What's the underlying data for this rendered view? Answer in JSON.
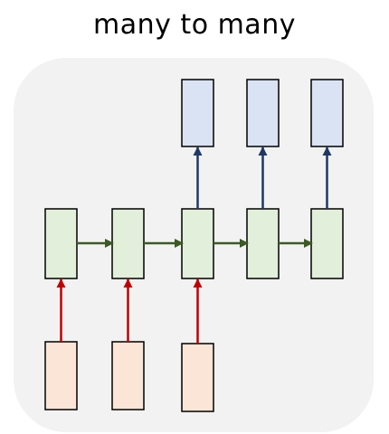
{
  "title": "many to many",
  "colors": {
    "panel": "#f2f2f2",
    "output_fill": "#dae3f3",
    "hidden_fill": "#e2efda",
    "input_fill": "#fbe5d6",
    "box_stroke": "#000000",
    "output_arrow": "#1f3864",
    "recurrent_arrow": "#3b5a26",
    "input_arrow": "#c00000"
  },
  "diagram": {
    "time_steps": 5,
    "input_steps": [
      1,
      2,
      3
    ],
    "output_steps": [
      3,
      4,
      5
    ],
    "recurrent_connections": [
      [
        1,
        2
      ],
      [
        2,
        3
      ],
      [
        3,
        4
      ],
      [
        4,
        5
      ]
    ]
  }
}
